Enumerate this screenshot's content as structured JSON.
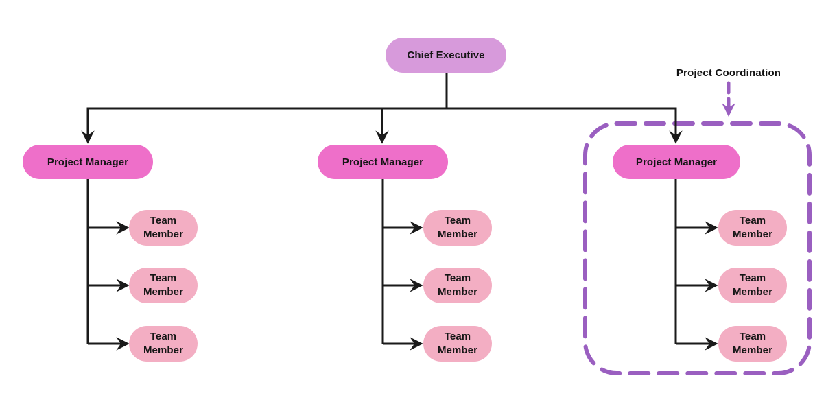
{
  "colors": {
    "chief_fill": "#d79adb",
    "manager_fill": "#ee6fc9",
    "member_fill": "#f3aec3",
    "accent_purple": "#9a5fc0",
    "line_black": "#1a1a1a"
  },
  "chart": {
    "type": "org-chart",
    "root": {
      "label": "Chief Executive"
    },
    "managers": [
      {
        "label": "Project Manager",
        "team_members": [
          "Team Member",
          "Team Member",
          "Team Member"
        ]
      },
      {
        "label": "Project Manager",
        "team_members": [
          "Team Member",
          "Team Member",
          "Team Member"
        ]
      },
      {
        "label": "Project Manager",
        "team_members": [
          "Team Member",
          "Team Member",
          "Team Member"
        ],
        "in_coordination_group": true
      }
    ],
    "annotation": {
      "label": "Project Coordination"
    }
  }
}
